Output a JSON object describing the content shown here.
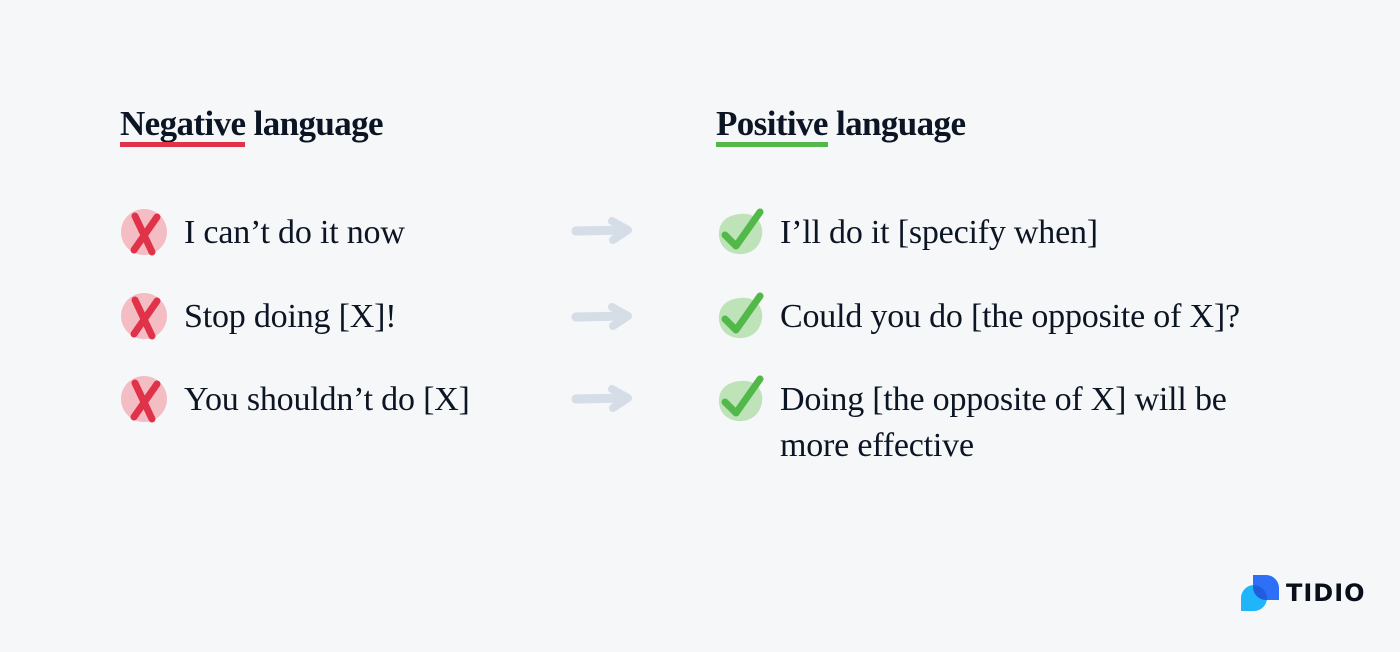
{
  "colors": {
    "background": "#f5f7f9",
    "text": "#0c1524",
    "negative_accent": "#e0334a",
    "negative_icon_bg": "#f4bcc3",
    "positive_accent": "#52b84a",
    "positive_icon_bg": "#bfe3b9",
    "arrow": "#d5dde6",
    "brand_blue": "#2d6ff7",
    "brand_cyan": "#20b4fb"
  },
  "negative": {
    "header_highlight": "Negative",
    "header_rest": " language",
    "icon": "x-mark-icon",
    "items": [
      {
        "text": "I can’t do it now"
      },
      {
        "text": "Stop doing [X]!"
      },
      {
        "text": "You shouldn’t do [X]"
      }
    ]
  },
  "positive": {
    "header_highlight": "Positive",
    "header_rest": " language",
    "icon": "check-mark-icon",
    "items": [
      {
        "text": "I’ll do it [specify when]"
      },
      {
        "text": "Could you do [the opposite of X]?"
      },
      {
        "text": "Doing [the opposite of X] will be more effective"
      }
    ]
  },
  "arrows": {
    "icon": "arrow-right-icon",
    "count": 3
  },
  "brand": {
    "name": "TIDIO",
    "icon": "tidio-logo-icon"
  }
}
